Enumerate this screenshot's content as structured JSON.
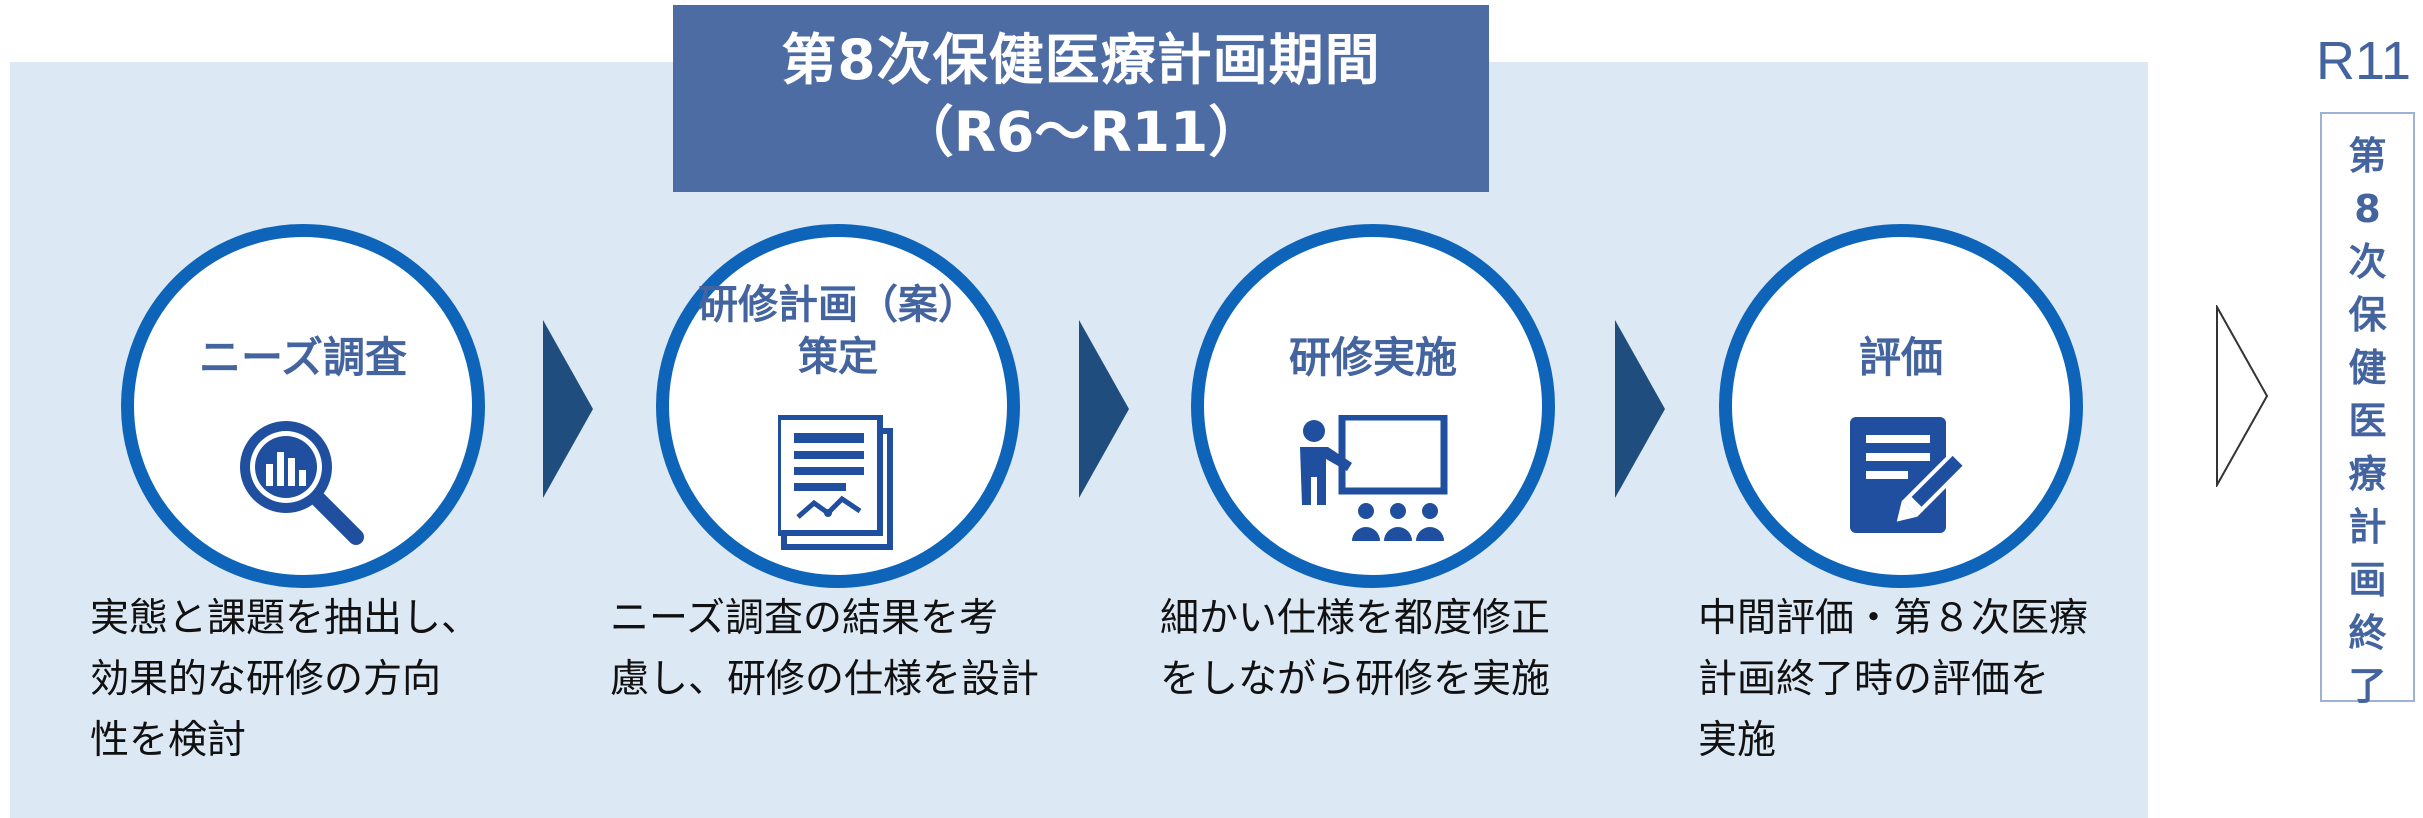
{
  "banner": {
    "title": "第8次保健医療計画期間",
    "subtitle": "（R6〜R11）"
  },
  "steps": [
    {
      "title": "ニーズ調査",
      "icon": "magnifier-chart-icon",
      "desc": "実態と課題を抽出し、\n効果的な研修の方向\n性を検討"
    },
    {
      "title": "研修計画（案）\n策定",
      "icon": "document-chart-icon",
      "desc": "ニーズ調査の結果を考\n慮し、研修の仕様を設計"
    },
    {
      "title": "研修実施",
      "icon": "presentation-icon",
      "desc": "細かい仕様を都度修正\nをしながら研修を実施"
    },
    {
      "title": "評価",
      "icon": "edit-document-icon",
      "desc": "中間評価・第８次医療\n計画終了時の評価を\n実施"
    }
  ],
  "end": {
    "year_label": "R11",
    "vertical_text": "第\n8\n次\n保\n健\n医\n療\n計\n画\n終\n了"
  },
  "colors": {
    "panel": "#dde8f5",
    "banner": "#4e6ca4",
    "circle_border": "#0d64b8",
    "title_text": "#43649e",
    "arrow": "#1f4e7e",
    "icon": "#1f4f9e"
  }
}
